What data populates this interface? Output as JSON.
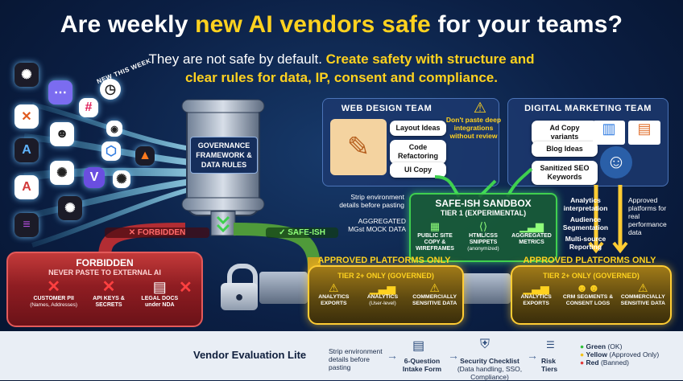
{
  "header": {
    "title_pre": "Are weekly ",
    "title_hl": "new AI vendors safe",
    "title_post": " for your teams?",
    "subtitle_line1_pre": "They are not safe by default. ",
    "subtitle_line1_hl": "Create safety with structure and",
    "subtitle_line2_hl": "clear rules for data, IP, consent and compliance."
  },
  "vendors": {
    "new_this_week": "NEW THIS WEEK"
  },
  "governance": {
    "label": [
      "GOVERNANCE",
      "FRAMEWORK &",
      "DATA RULES"
    ]
  },
  "web_design": {
    "title": "WEB DESIGN TEAM",
    "chips": [
      "Layout Ideas",
      "Code Refactoring",
      "UI Copy"
    ],
    "warning": "Don't paste deep integrations without review"
  },
  "digital_marketing": {
    "title": "DIGITAL MARKETING TEAM",
    "chips": [
      "Ad Copy variants",
      "Blog Ideas",
      "Sanitized SEO Keywords"
    ]
  },
  "notes": {
    "strip_env": "Strip environment details before pasting",
    "aggregated": "AGGREGATED MGst MOCK DATA",
    "analytics_list": [
      "Analytics interpretation",
      "Audience Segmentation",
      "Multi-source Reporting"
    ],
    "approved_platforms": "Approved platforms for real performance data"
  },
  "sandbox": {
    "title": "SAFE-ISH SANDBOX",
    "tier": "TIER 1 (EXPERIMENTAL)",
    "items": [
      {
        "label": "PUBLIC SITE COPY & WIREFRAMES",
        "sub": ""
      },
      {
        "label": "HTML/CSS SNIPPETS",
        "sub": "(anonymized)"
      },
      {
        "label": "AGGREGATED METRICS",
        "sub": ""
      }
    ]
  },
  "forbidden": {
    "pipe_label": "FORBIDDEN",
    "title": "FORBIDDEN",
    "subtitle": "NEVER PASTE TO EXTERNAL AI",
    "items": [
      {
        "label": "CUSTOMER PII",
        "sub": "(Names, Addresses)"
      },
      {
        "label": "API KEYS & SECRETS",
        "sub": ""
      },
      {
        "label": "LEGAL DOCS under NDA",
        "sub": ""
      }
    ]
  },
  "safeish_pipe": "SAFE-ISH",
  "approved_left": {
    "title": "APPROVED PLATFORMS ONLY",
    "tier": "TIER 2+ ONLY (GOVERNED)",
    "items": [
      {
        "label": "ANALYTICS EXPORTS",
        "sub": ""
      },
      {
        "label": "ANALYTICS",
        "sub": "(User-level)"
      },
      {
        "label": "COMMERCIALLY SENSITIVE DATA",
        "sub": ""
      }
    ]
  },
  "approved_right": {
    "title": "APPROVED PLATFORMS ONLY",
    "tier": "TIER 2+ ONLY (GOVERNED)",
    "items": [
      {
        "label": "ANALYTICS EXPORTS",
        "sub": ""
      },
      {
        "label": "CRM SEGMENTS & CONSENT LOGS",
        "sub": ""
      },
      {
        "label": "COMMERCIALLY SENSITIVE DATA",
        "sub": ""
      }
    ]
  },
  "footer": {
    "title": "Vendor Evaluation Lite",
    "step1": "Strip environment details before pasting",
    "step2": "6-Question Intake Form",
    "step3_title": "Security Checklist",
    "step3_sub": "(Data handling, SSO, Compliance)",
    "step4": "Risk Tiers",
    "tiers": [
      {
        "name": "Green",
        "note": "(OK)",
        "color": "#2fbf3a"
      },
      {
        "name": "Yellow",
        "note": "(Approved Only)",
        "color": "#f2c21a"
      },
      {
        "name": "Red",
        "note": "(Banned)",
        "color": "#e23a3a"
      }
    ]
  },
  "colors": {
    "accent_yellow": "#ffd21f",
    "safe_green": "#3fd04f",
    "danger_red": "#c33a3a"
  }
}
